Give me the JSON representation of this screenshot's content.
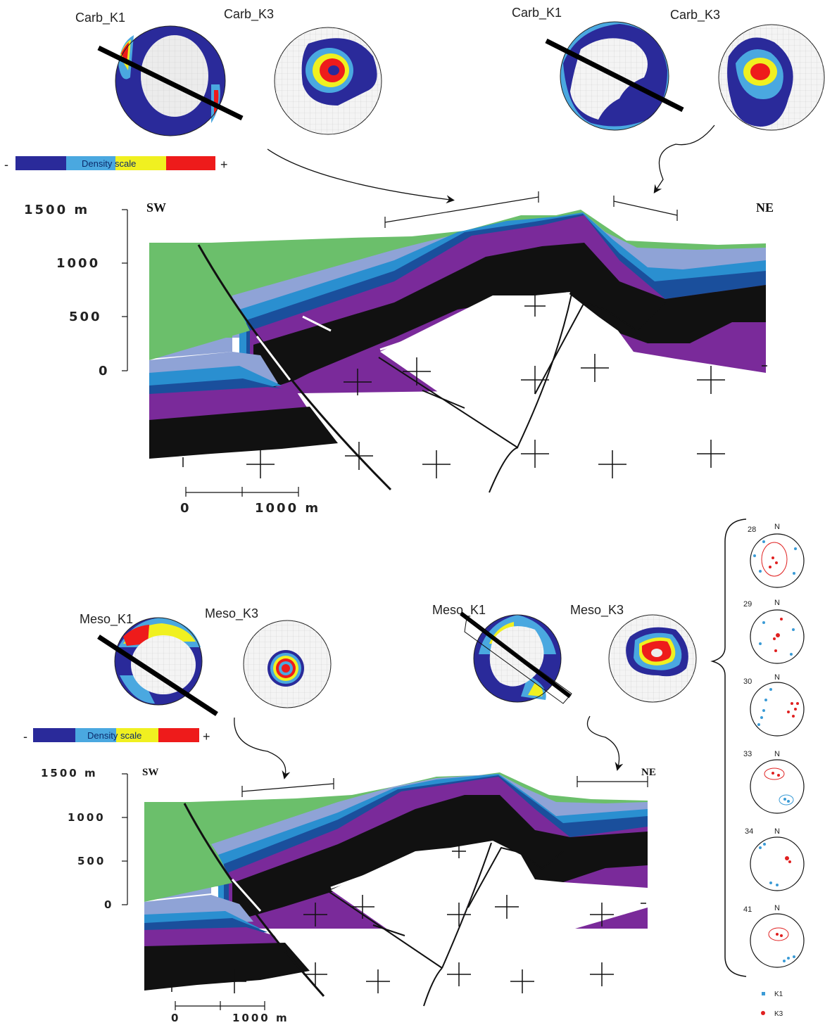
{
  "top_panel": {
    "stereonets": [
      {
        "label": "Carb_K1"
      },
      {
        "label": "Carb_K3"
      },
      {
        "label": "Carb_K1"
      },
      {
        "label": "Carb_K3"
      }
    ],
    "density_scale": {
      "minus": "-",
      "label": "Density scale",
      "plus": "+"
    },
    "elevation_ticks": [
      "1500 m",
      "1000",
      "500",
      "0"
    ],
    "directions": {
      "left": "SW",
      "right": "NE"
    },
    "scale_bar": {
      "start": "0",
      "end": "1000 m"
    }
  },
  "bottom_panel": {
    "stereonets": [
      {
        "label": "Meso_K1"
      },
      {
        "label": "Meso_K3"
      },
      {
        "label": "Meso_K1"
      },
      {
        "label": "Meso_K3"
      }
    ],
    "density_scale": {
      "minus": "-",
      "label": "Density scale",
      "plus": "+"
    },
    "elevation_ticks": [
      "1500 m",
      "1000",
      "500",
      "0"
    ],
    "directions": {
      "left": "SW",
      "right": "NE"
    },
    "scale_bar": {
      "start": "0",
      "end": "1000 m"
    }
  },
  "site_stereonets": {
    "north_label": "N",
    "sites": [
      "28",
      "29",
      "30",
      "33",
      "34",
      "41"
    ],
    "legend": [
      {
        "label": "K1",
        "color": "#3b9bd6"
      },
      {
        "label": "K3",
        "color": "#e02020"
      }
    ]
  },
  "colors": {
    "green_layer": "#6bbf6b",
    "light_blue_layer": "#8fa3d6",
    "blue_layer": "#2a8fd0",
    "dark_blue_layer": "#1a4f9c",
    "purple_layer": "#7a2a9a",
    "black_layer": "#111111",
    "density_low": "#2a2a9a",
    "density_mid": "#4aa8e0",
    "density_high": "#f0f020",
    "density_max": "#ee1b1b"
  }
}
